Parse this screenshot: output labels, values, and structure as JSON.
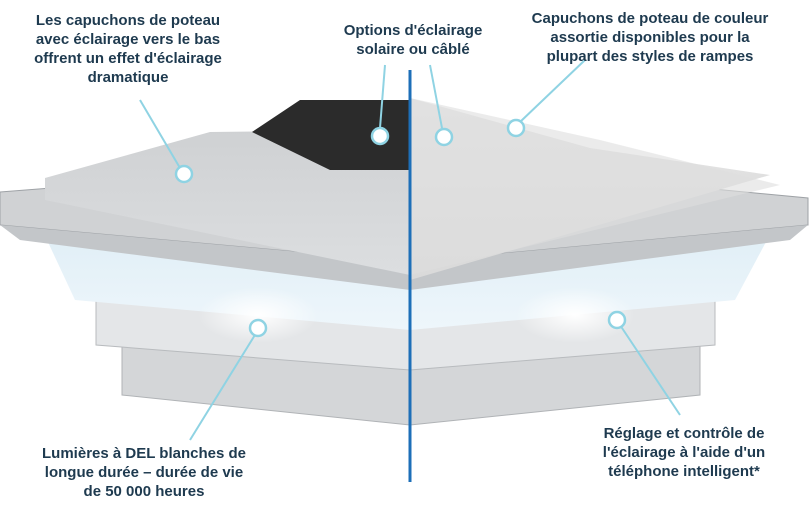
{
  "callouts": {
    "top_left": [
      "Les capuchons de poteau",
      "avec éclairage vers le bas",
      "offrent un effet d'éclairage",
      "dramatique"
    ],
    "top_center": [
      "Options d'éclairage",
      "solaire ou câblé"
    ],
    "top_right": [
      "Capuchons de poteau de couleur",
      "assortie disponibles pour la",
      "plupart des styles de rampes"
    ],
    "bottom_left": [
      "Lumières à DEL blanches de",
      "longue durée – durée de vie",
      "de 50 000 heures"
    ],
    "bottom_right": [
      "Réglage et contrôle de",
      "l'éclairage à l'aide d'un",
      "téléphone intelligent*"
    ]
  },
  "colors": {
    "label_text": "#1e3a4f",
    "callout_line": "#8fd3e3",
    "divider": "#1d6fb8",
    "cap_light": "#d8dadc",
    "cap_dark": "#b9bcbf",
    "solar_panel": "#2b2b2b"
  }
}
